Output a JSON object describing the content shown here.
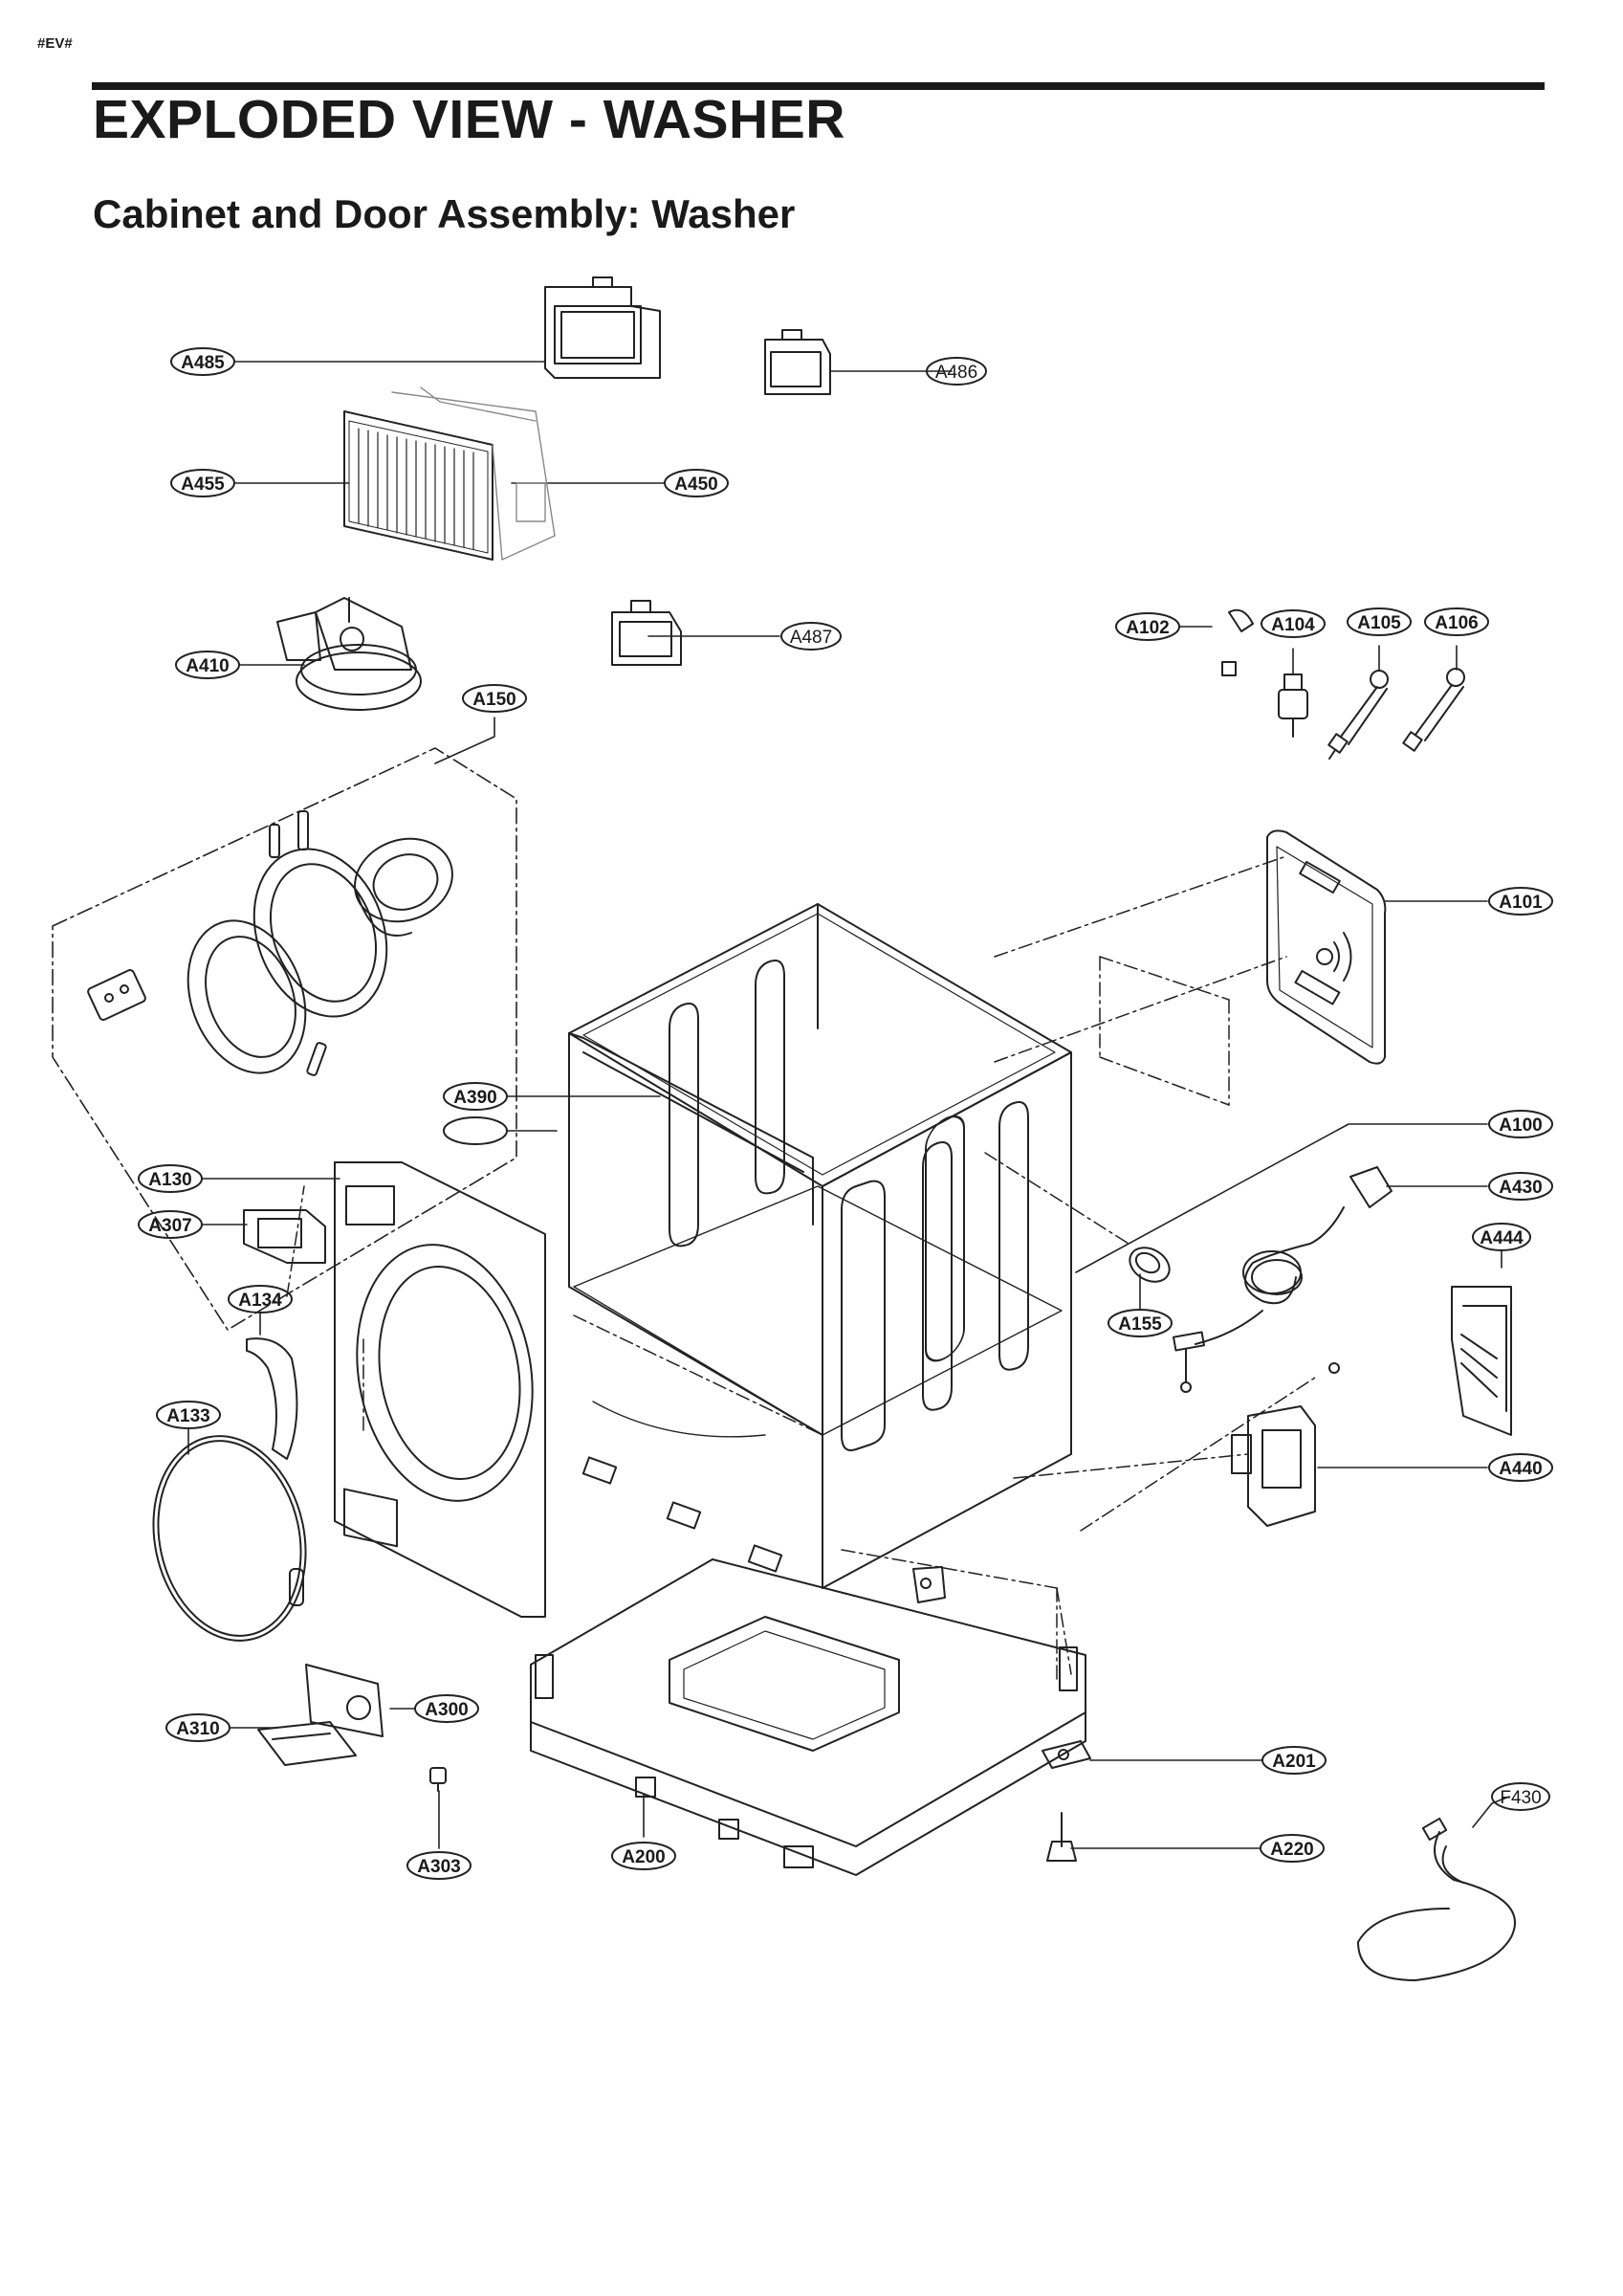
{
  "page": {
    "tag": "#EV#",
    "title": "EXPLODED VIEW - WASHER",
    "subtitle": "Cabinet and Door Assembly: Washer"
  },
  "labels": {
    "A485": "A485",
    "A486": "A486",
    "A455": "A455",
    "A450": "A450",
    "A487": "A487",
    "A410": "A410",
    "A150": "A150",
    "A102": "A102",
    "A104": "A104",
    "A105": "A105",
    "A106": "A106",
    "A101": "A101",
    "A390": "A390",
    "A100": "A100",
    "A130": "A130",
    "A430": "A430",
    "A307": "A307",
    "A444": "A444",
    "A134": "A134",
    "A155": "A155",
    "A133": "A133",
    "A440": "A440",
    "A300": "A300",
    "A310": "A310",
    "A201": "A201",
    "F430": "F430",
    "A200": "A200",
    "A220": "A220",
    "A303": "A303"
  }
}
